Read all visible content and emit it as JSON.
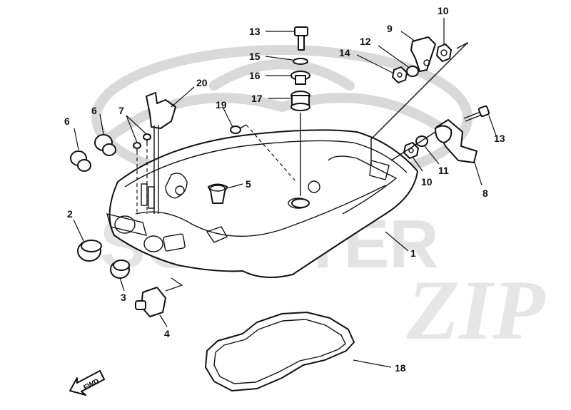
{
  "watermark": {
    "line1": "SCOOTER",
    "line2": "ZIP"
  },
  "fwd_label": "FWD",
  "colors": {
    "ink": "#111111",
    "watermark": "#d9d9d9",
    "background": "#ffffff"
  },
  "callouts": [
    {
      "id": "c1",
      "text": "1"
    },
    {
      "id": "c2",
      "text": "2"
    },
    {
      "id": "c3",
      "text": "3"
    },
    {
      "id": "c4",
      "text": "4"
    },
    {
      "id": "c5",
      "text": "5"
    },
    {
      "id": "c6a",
      "text": "6"
    },
    {
      "id": "c6b",
      "text": "6"
    },
    {
      "id": "c7",
      "text": "7"
    },
    {
      "id": "c8",
      "text": "8"
    },
    {
      "id": "c9",
      "text": "9"
    },
    {
      "id": "c10a",
      "text": "10"
    },
    {
      "id": "c10b",
      "text": "10"
    },
    {
      "id": "c11",
      "text": "11"
    },
    {
      "id": "c12",
      "text": "12"
    },
    {
      "id": "c13a",
      "text": "13"
    },
    {
      "id": "c13b",
      "text": "13"
    },
    {
      "id": "c14",
      "text": "14"
    },
    {
      "id": "c15",
      "text": "15"
    },
    {
      "id": "c16",
      "text": "16"
    },
    {
      "id": "c17",
      "text": "17"
    },
    {
      "id": "c18",
      "text": "18"
    },
    {
      "id": "c19",
      "text": "19"
    },
    {
      "id": "c20",
      "text": "20"
    }
  ]
}
